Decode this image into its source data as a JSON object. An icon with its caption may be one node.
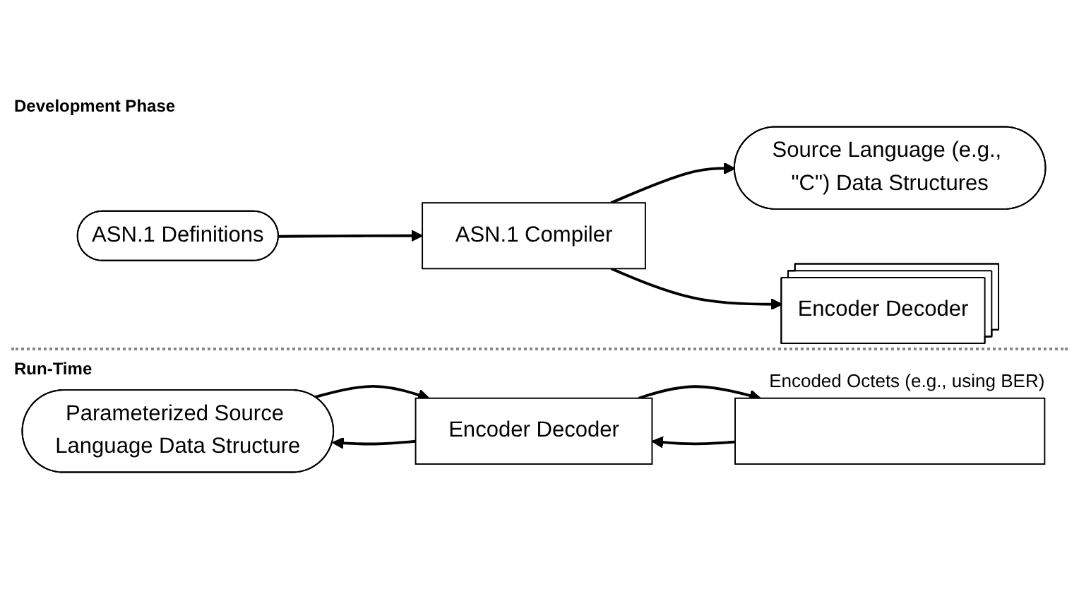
{
  "diagram": {
    "nodes": [
      {
        "text": [
          "ASN.1 Definitions"
        ]
      },
      {
        "text": [
          "ASN.1 Compiler"
        ]
      },
      {
        "text": [
          "Source Language (e.g., \"C\") Data Structures"
        ]
      },
      {
        "text": [
          "Encoder Decoder"
        ]
      },
      {
        "text": [
          "Parameterized Source Language Data Structure"
        ]
      },
      {
        "text": [
          "Encoder Decoder"
        ]
      },
      {
        "text": [],
        "shape": "bar",
        "beside": [
          "Encoded Octets (e.g., using BER)"
        ]
      }
    ],
    "edges": [
      {
        "from": 0,
        "to": 1,
        "arrow": "to"
      },
      {
        "from": 1,
        "to": 2,
        "arrow": "to"
      },
      {
        "from": 1,
        "to": 3,
        "arrow": "to"
      },
      {
        "from": 4,
        "to": 5,
        "arrow": "to"
      },
      {
        "from": 5,
        "to": 4,
        "arrow": "to"
      },
      {
        "from": 5,
        "to": 6,
        "arrow": "to"
      },
      {
        "from": 6,
        "to": 5,
        "arrow": "to"
      }
    ],
    "labels": [
      "Development Phase",
      "Run-Time"
    ]
  }
}
